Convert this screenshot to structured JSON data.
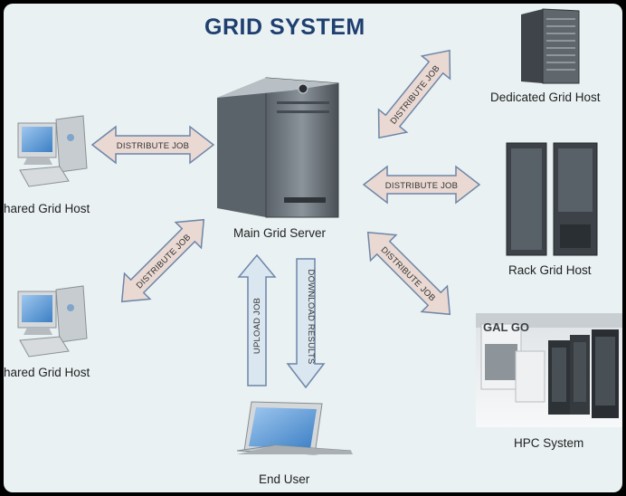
{
  "title": "GRID SYSTEM",
  "nodes": {
    "main_server": "Main Grid Server",
    "shared_host_1": "hared Grid Host",
    "shared_host_2": "hared Grid Host",
    "dedicated_host": "Dedicated Grid Host",
    "rack_host": "Rack Grid Host",
    "hpc_system": "HPC System",
    "end_user": "End User"
  },
  "arrows": {
    "distribute_1": "DISTRIBUTE JOB",
    "distribute_2": "DISTRIBUTE JOB",
    "distribute_3": "DISTRIBUTE JOB",
    "distribute_4": "DISTRIBUTE JOB",
    "distribute_5": "DISTRIBUTE JOB",
    "upload": "UPLOAD JOB",
    "download": "DOWNLOAD RESULTS"
  },
  "hpc_logo": "GAL GO",
  "colors": {
    "background": "#e9f1f2",
    "title": "#1f3f70",
    "arrow_fill": "#ead9d3",
    "arrow_blue_fill": "#dbe7f0",
    "arrow_stroke": "#6d86a8"
  }
}
